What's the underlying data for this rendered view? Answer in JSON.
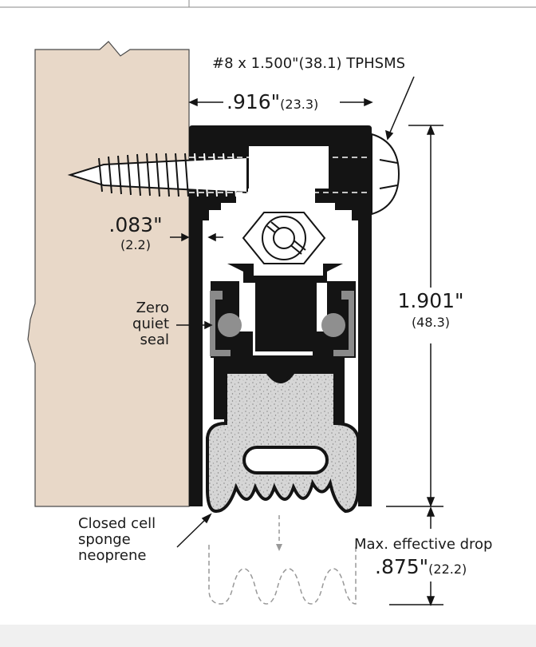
{
  "diagram": {
    "screw_spec": "#8 x 1.500\"(38.1) TPHSMS",
    "width": {
      "inch": ".916\"",
      "mm": "(23.3)"
    },
    "wall": {
      "inch": ".083\"",
      "mm": "(2.2)"
    },
    "height": {
      "inch": "1.901\"",
      "mm": "(48.3)"
    },
    "seal_label": [
      "Zero",
      "quiet",
      "seal"
    ],
    "sponge_label": [
      "Closed cell",
      "sponge",
      "neoprene"
    ],
    "drop_caption": "Max. effective drop",
    "drop": {
      "inch": ".875\"",
      "mm": "(22.2)"
    },
    "colors": {
      "door": "#e8d8c8",
      "extrusion": "#141414",
      "seal_gray": "#8a8a8a",
      "sponge": "#d4d4d4",
      "dashed": "#999999",
      "footer_band": "#f0f0f0"
    }
  }
}
